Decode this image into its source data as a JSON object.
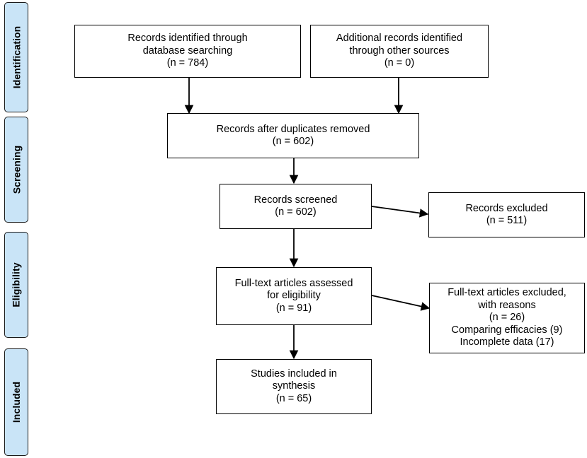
{
  "stages": [
    {
      "id": "identification",
      "label": "Identification"
    },
    {
      "id": "screening",
      "label": "Screening"
    },
    {
      "id": "eligibility",
      "label": "Eligibility"
    },
    {
      "id": "included",
      "label": "Included"
    }
  ],
  "boxes": {
    "database": {
      "lines": [
        "Records identified through",
        "database searching",
        "(n = 784)"
      ]
    },
    "other_sources": {
      "lines": [
        "Additional records identified",
        "through other sources",
        "(n = 0)"
      ]
    },
    "duplicates_removed": {
      "lines": [
        "Records after duplicates removed",
        "(n = 602)"
      ]
    },
    "screened": {
      "lines": [
        "Records screened",
        "(n = 602)"
      ]
    },
    "excluded": {
      "lines": [
        "Records excluded",
        "(n = 511)"
      ]
    },
    "fulltext_assessed": {
      "lines": [
        "Full-text articles assessed",
        "for eligibility",
        "(n = 91)"
      ]
    },
    "fulltext_excluded": {
      "lines": [
        "Full-text articles excluded,",
        "with reasons",
        "(n = 26)",
        "Comparing efficacies (9)",
        "Incomplete data (17)"
      ]
    },
    "included": {
      "lines": [
        "Studies included in",
        "synthesis",
        "(n = 65)"
      ]
    }
  },
  "colors": {
    "stage_fill": "#c9e4f7",
    "stroke": "#000000"
  }
}
